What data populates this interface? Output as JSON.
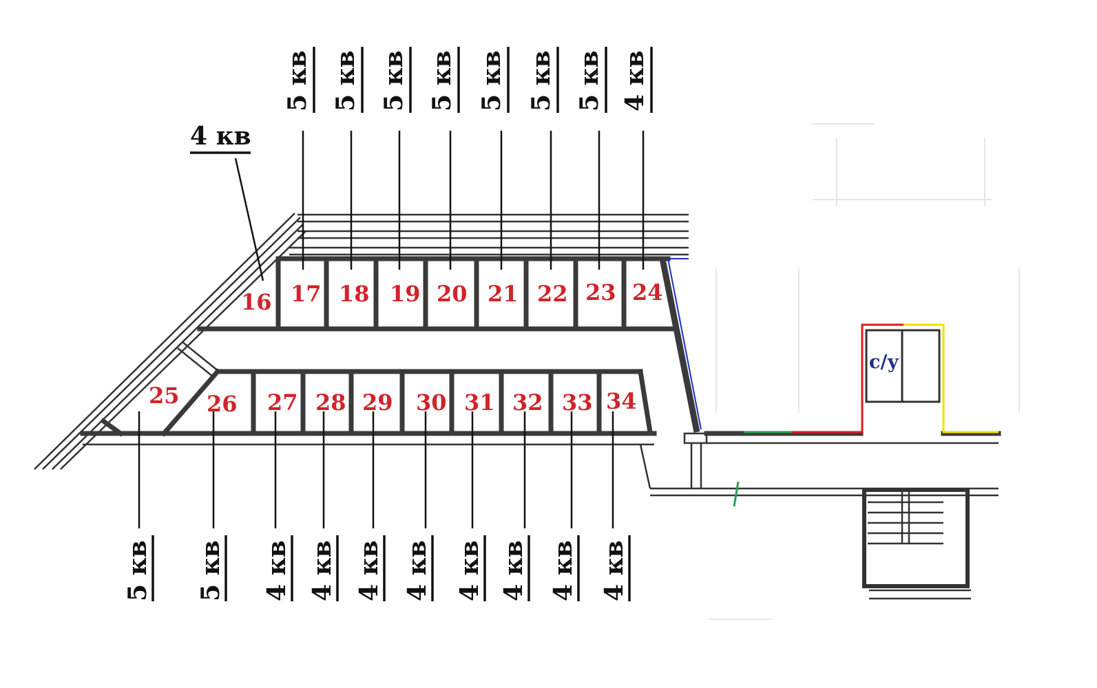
{
  "colors": {
    "unit_number": "#d0242b",
    "room_label": "#1f2f8a",
    "wall": "#3a3a3a",
    "outline_red": "#e01b1b",
    "outline_yellow": "#f2e100",
    "outline_blue": "#1d2fc4",
    "outline_green": "#2aa04a"
  },
  "units_top": [
    {
      "number": "16",
      "callout": "4 кв"
    },
    {
      "number": "17",
      "callout": "5 кв"
    },
    {
      "number": "18",
      "callout": "5 кв"
    },
    {
      "number": "19",
      "callout": "5 кв"
    },
    {
      "number": "20",
      "callout": "5 кв"
    },
    {
      "number": "21",
      "callout": "5 кв"
    },
    {
      "number": "22",
      "callout": "5 кв"
    },
    {
      "number": "23",
      "callout": "5 кв"
    },
    {
      "number": "24",
      "callout": "4 кв"
    }
  ],
  "units_bottom": [
    {
      "number": "25",
      "callout": "5 кв"
    },
    {
      "number": "26",
      "callout": "5 кв"
    },
    {
      "number": "27",
      "callout": "4 кв"
    },
    {
      "number": "28",
      "callout": "4 кв"
    },
    {
      "number": "29",
      "callout": "4 кв"
    },
    {
      "number": "30",
      "callout": "4 кв"
    },
    {
      "number": "31",
      "callout": "4 кв"
    },
    {
      "number": "32",
      "callout": "4 кв"
    },
    {
      "number": "33",
      "callout": "4 кв"
    },
    {
      "number": "34",
      "callout": "4 кв"
    }
  ],
  "room_label": "с/у"
}
